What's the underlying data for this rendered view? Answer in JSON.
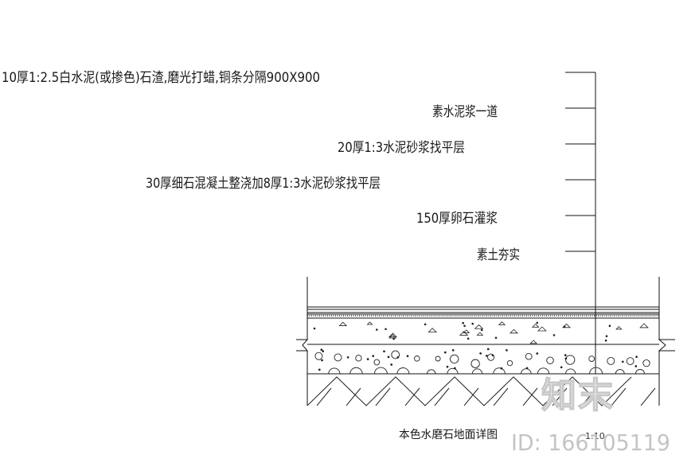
{
  "layer_labels": [
    "10厚1:2.5白水泥(或掺色)石渣,磨光打蜡,铜条分隔900X900",
    "素水泥浆一道",
    "20厚1:3水泥砂浆找平层",
    "30厚细石混凝土整浇加8厚1:3水泥砂浆找平层",
    "150厚卵石灌浆",
    "素土夯实"
  ],
  "title": "本色水磨石地面详图",
  "scale": "1:10",
  "watermark": {
    "logo": "知末",
    "id": "ID: 166105119"
  }
}
